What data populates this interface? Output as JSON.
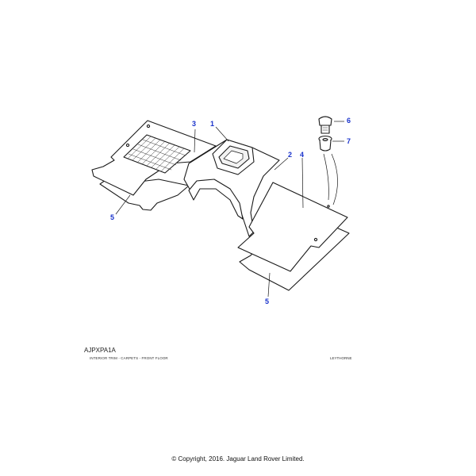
{
  "diagram": {
    "callouts": [
      "1",
      "2",
      "3",
      "4",
      "5",
      "5",
      "6",
      "7"
    ]
  },
  "footer": {
    "code": "AJPXPA1A",
    "subtitle": "INTERIOR TRIM - CARPETS - FRONT FLOOR",
    "plant": "LEYTHORNE",
    "copyright": "© Copyright, 2016. Jaguar Land Rover Limited."
  }
}
